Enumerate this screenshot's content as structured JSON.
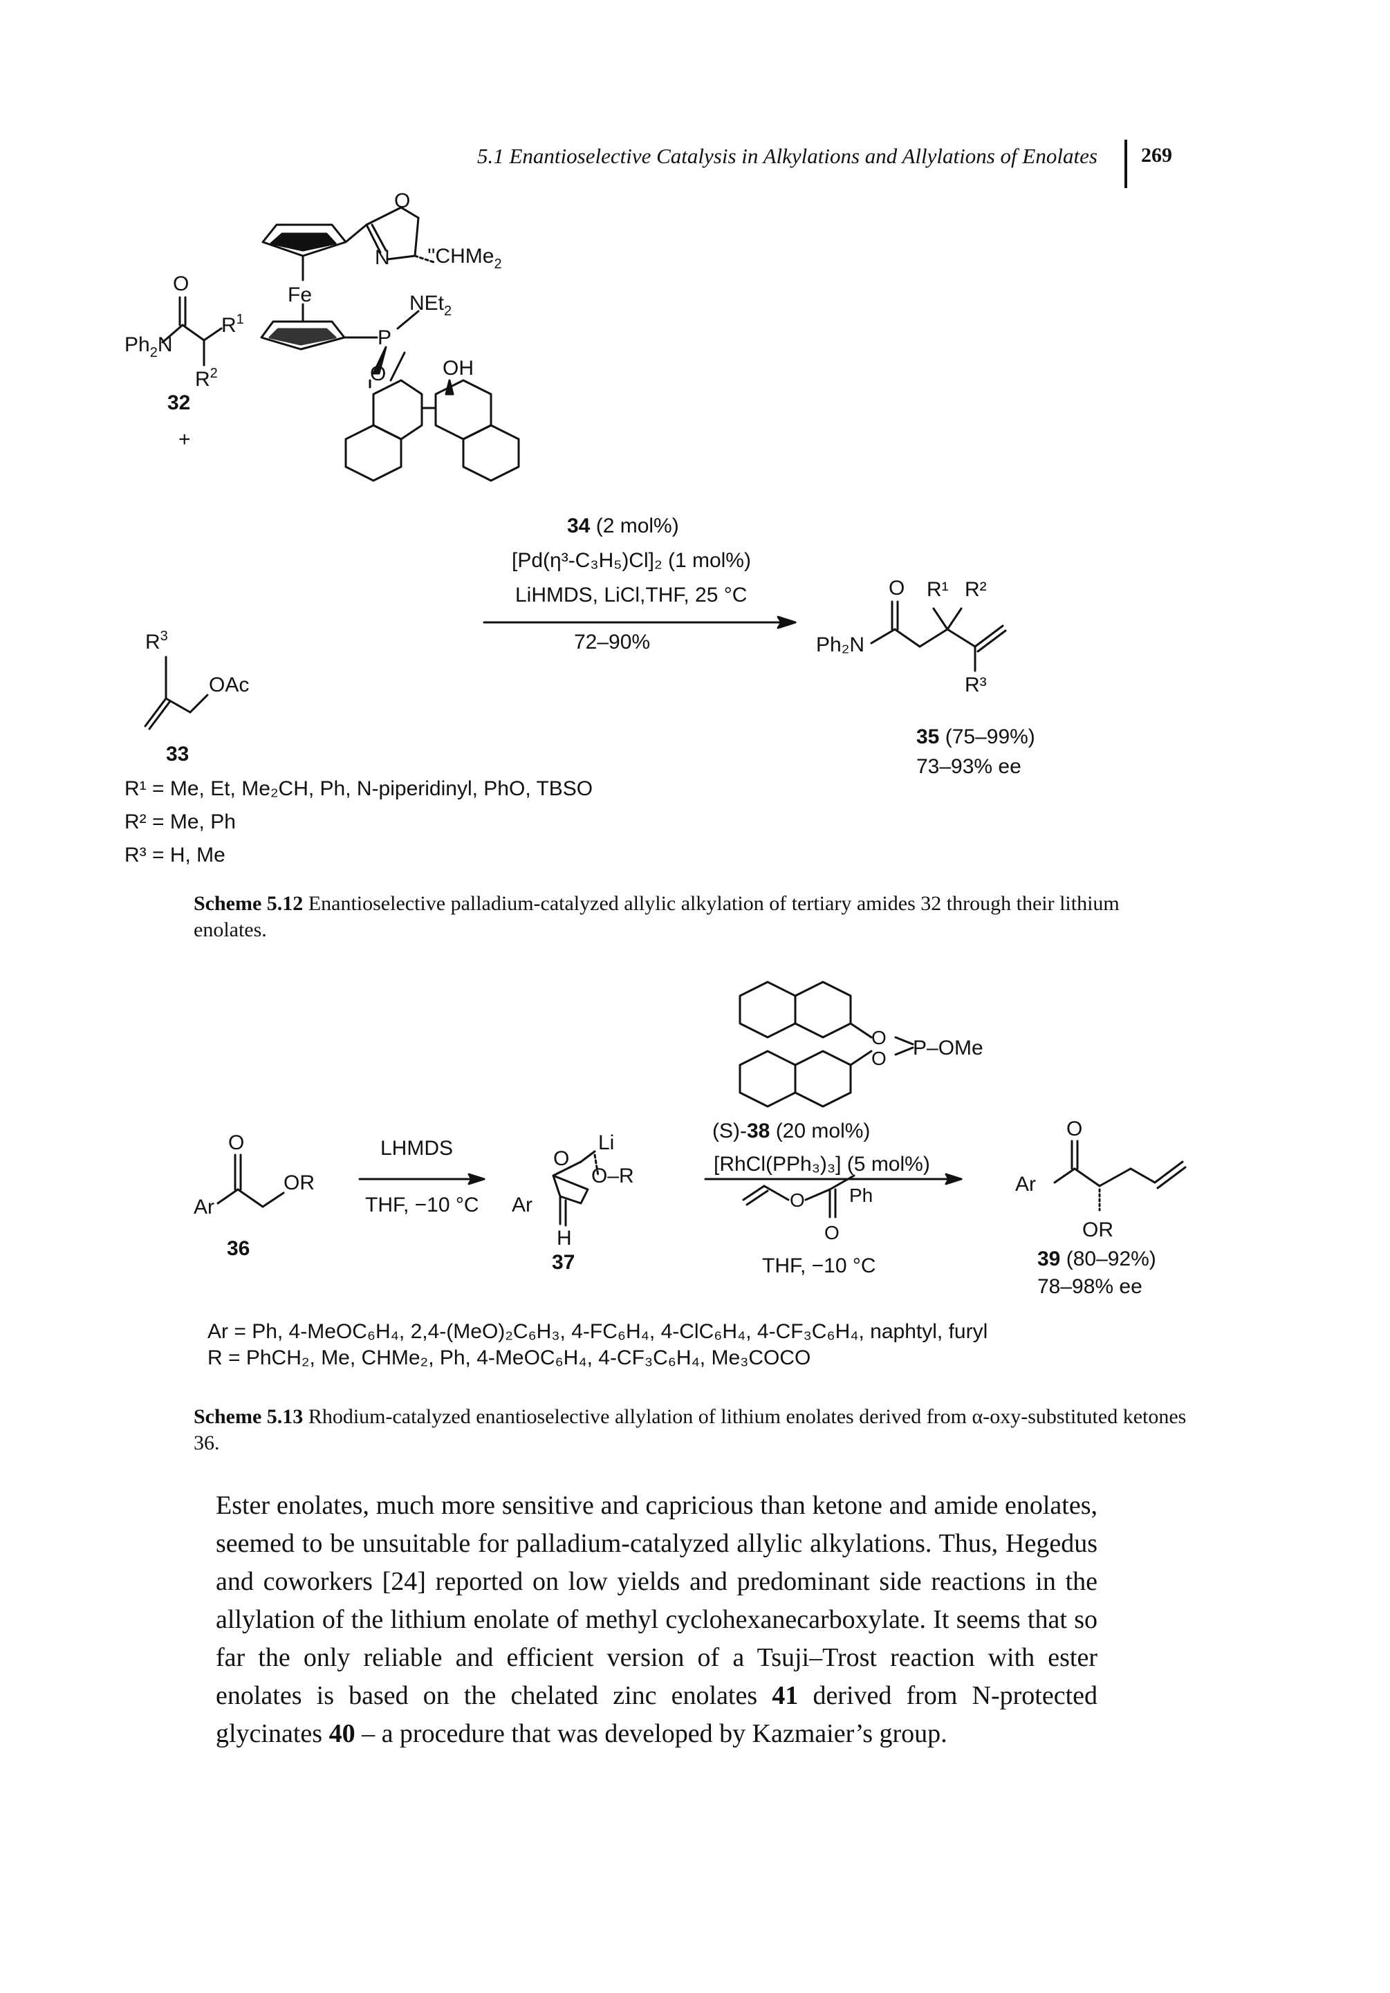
{
  "header": {
    "running_title": "5.1  Enantioselective Catalysis in Alkylations and Allylations of Enolates",
    "page_number": "269"
  },
  "scheme_512": {
    "ligand": {
      "O_ring": "O",
      "N_label": "N",
      "chme2": "''CHMe",
      "chme2_sub": "2",
      "fe": "Fe",
      "p": "P",
      "net2": "NEt",
      "net2_sub": "2",
      "o": "O",
      "oh": "OH"
    },
    "reactant_32": {
      "o": "O",
      "ph2n": "Ph",
      "ph2n_sub": "2",
      "ph2n_n": "N",
      "r1": "R",
      "r1_sup": "1",
      "r2": "R",
      "r2_sup": "2",
      "label": "32"
    },
    "plus": "+",
    "reactant_33": {
      "r3": "R",
      "r3_sup": "3",
      "oac": "OAc",
      "label": "33"
    },
    "conditions": {
      "catalyst_label": "34",
      "catalyst_loading": " (2 mol%)",
      "pd_line": "[Pd(η³-C₃H₅)Cl]₂ (1 mol%)",
      "base_line": "LiHMDS, LiCl,THF, 25 °C",
      "yield": "72–90%"
    },
    "product_35": {
      "o": "O",
      "r1": "R¹",
      "r2": "R²",
      "ph2n": "Ph₂N",
      "r3": "R³",
      "label": "35",
      "yield": " (75–99%)",
      "ee": "73–93% ee"
    },
    "substituents": {
      "r1_line": "R¹ = Me, Et, Me₂CH, Ph, N-piperidinyl, PhO, TBSO",
      "r2_line": "R² = Me, Ph",
      "r3_line": "R³ = H, Me"
    },
    "caption_label": "Scheme 5.12",
    "caption_text": "Enantioselective palladium-catalyzed allylic alkylation of tertiary amides 32 through their lithium enolates."
  },
  "scheme_513": {
    "ketone_36": {
      "o": "O",
      "ar": "Ar",
      "or": "OR",
      "label": "36"
    },
    "step1": {
      "reagent": "LHMDS",
      "conditions": "THF, −10 °C"
    },
    "enolate_37": {
      "li": "Li",
      "o": "O",
      "ar": "Ar",
      "or": "O–R",
      "h": "H",
      "label": "37"
    },
    "ligand_38": {
      "p_ome": "P–OMe",
      "o1": "O",
      "o2": "O",
      "label_prefix": "(S)-",
      "label_num": "38",
      "loading": " (20 mol%)"
    },
    "step2": {
      "rh_line": "[RhCl(PPh₃)₃] (5 mol%)",
      "allyl_o": "O",
      "allyl_ph": "Ph",
      "allyl_co": "O",
      "conditions": "THF, −10 °C"
    },
    "product_39": {
      "o": "O",
      "ar": "Ar",
      "or": "OR",
      "label": "39",
      "yield": " (80–92%)",
      "ee": "78–98% ee"
    },
    "substituents": {
      "ar_line": "Ar = Ph, 4-MeOC₆H₄, 2,4-(MeO)₂C₆H₃, 4-FC₆H₄, 4-ClC₆H₄, 4-CF₃C₆H₄, naphtyl, furyl",
      "r_line": "R = PhCH₂, Me, CHMe₂, Ph, 4-MeOC₆H₄, 4-CF₃C₆H₄, Me₃COCO"
    },
    "caption_label": "Scheme 5.13",
    "caption_text": "Rhodium-catalyzed enantioselective allylation of lithium enolates derived from α-oxy-substituted ketones 36."
  },
  "body": {
    "part1": "Ester enolates, much more sensitive and capricious than ketone and amide enolates, seemed to be unsuitable for palladium-catalyzed allylic alkylations. Thus, Hegedus and coworkers [24] reported on low yields and predominant side reactions in the allylation of the lithium enolate of methyl cyclohexanecarboxylate. It seems that so far the only reliable and efficient version of a Tsuji–Trost reaction with ester enolates is based on the chelated zinc enolates ",
    "num1": "41",
    "part2": " derived from N-protected glycinates ",
    "num2": "40",
    "part3": " – a procedure that was developed by Kazmaier’s group."
  }
}
